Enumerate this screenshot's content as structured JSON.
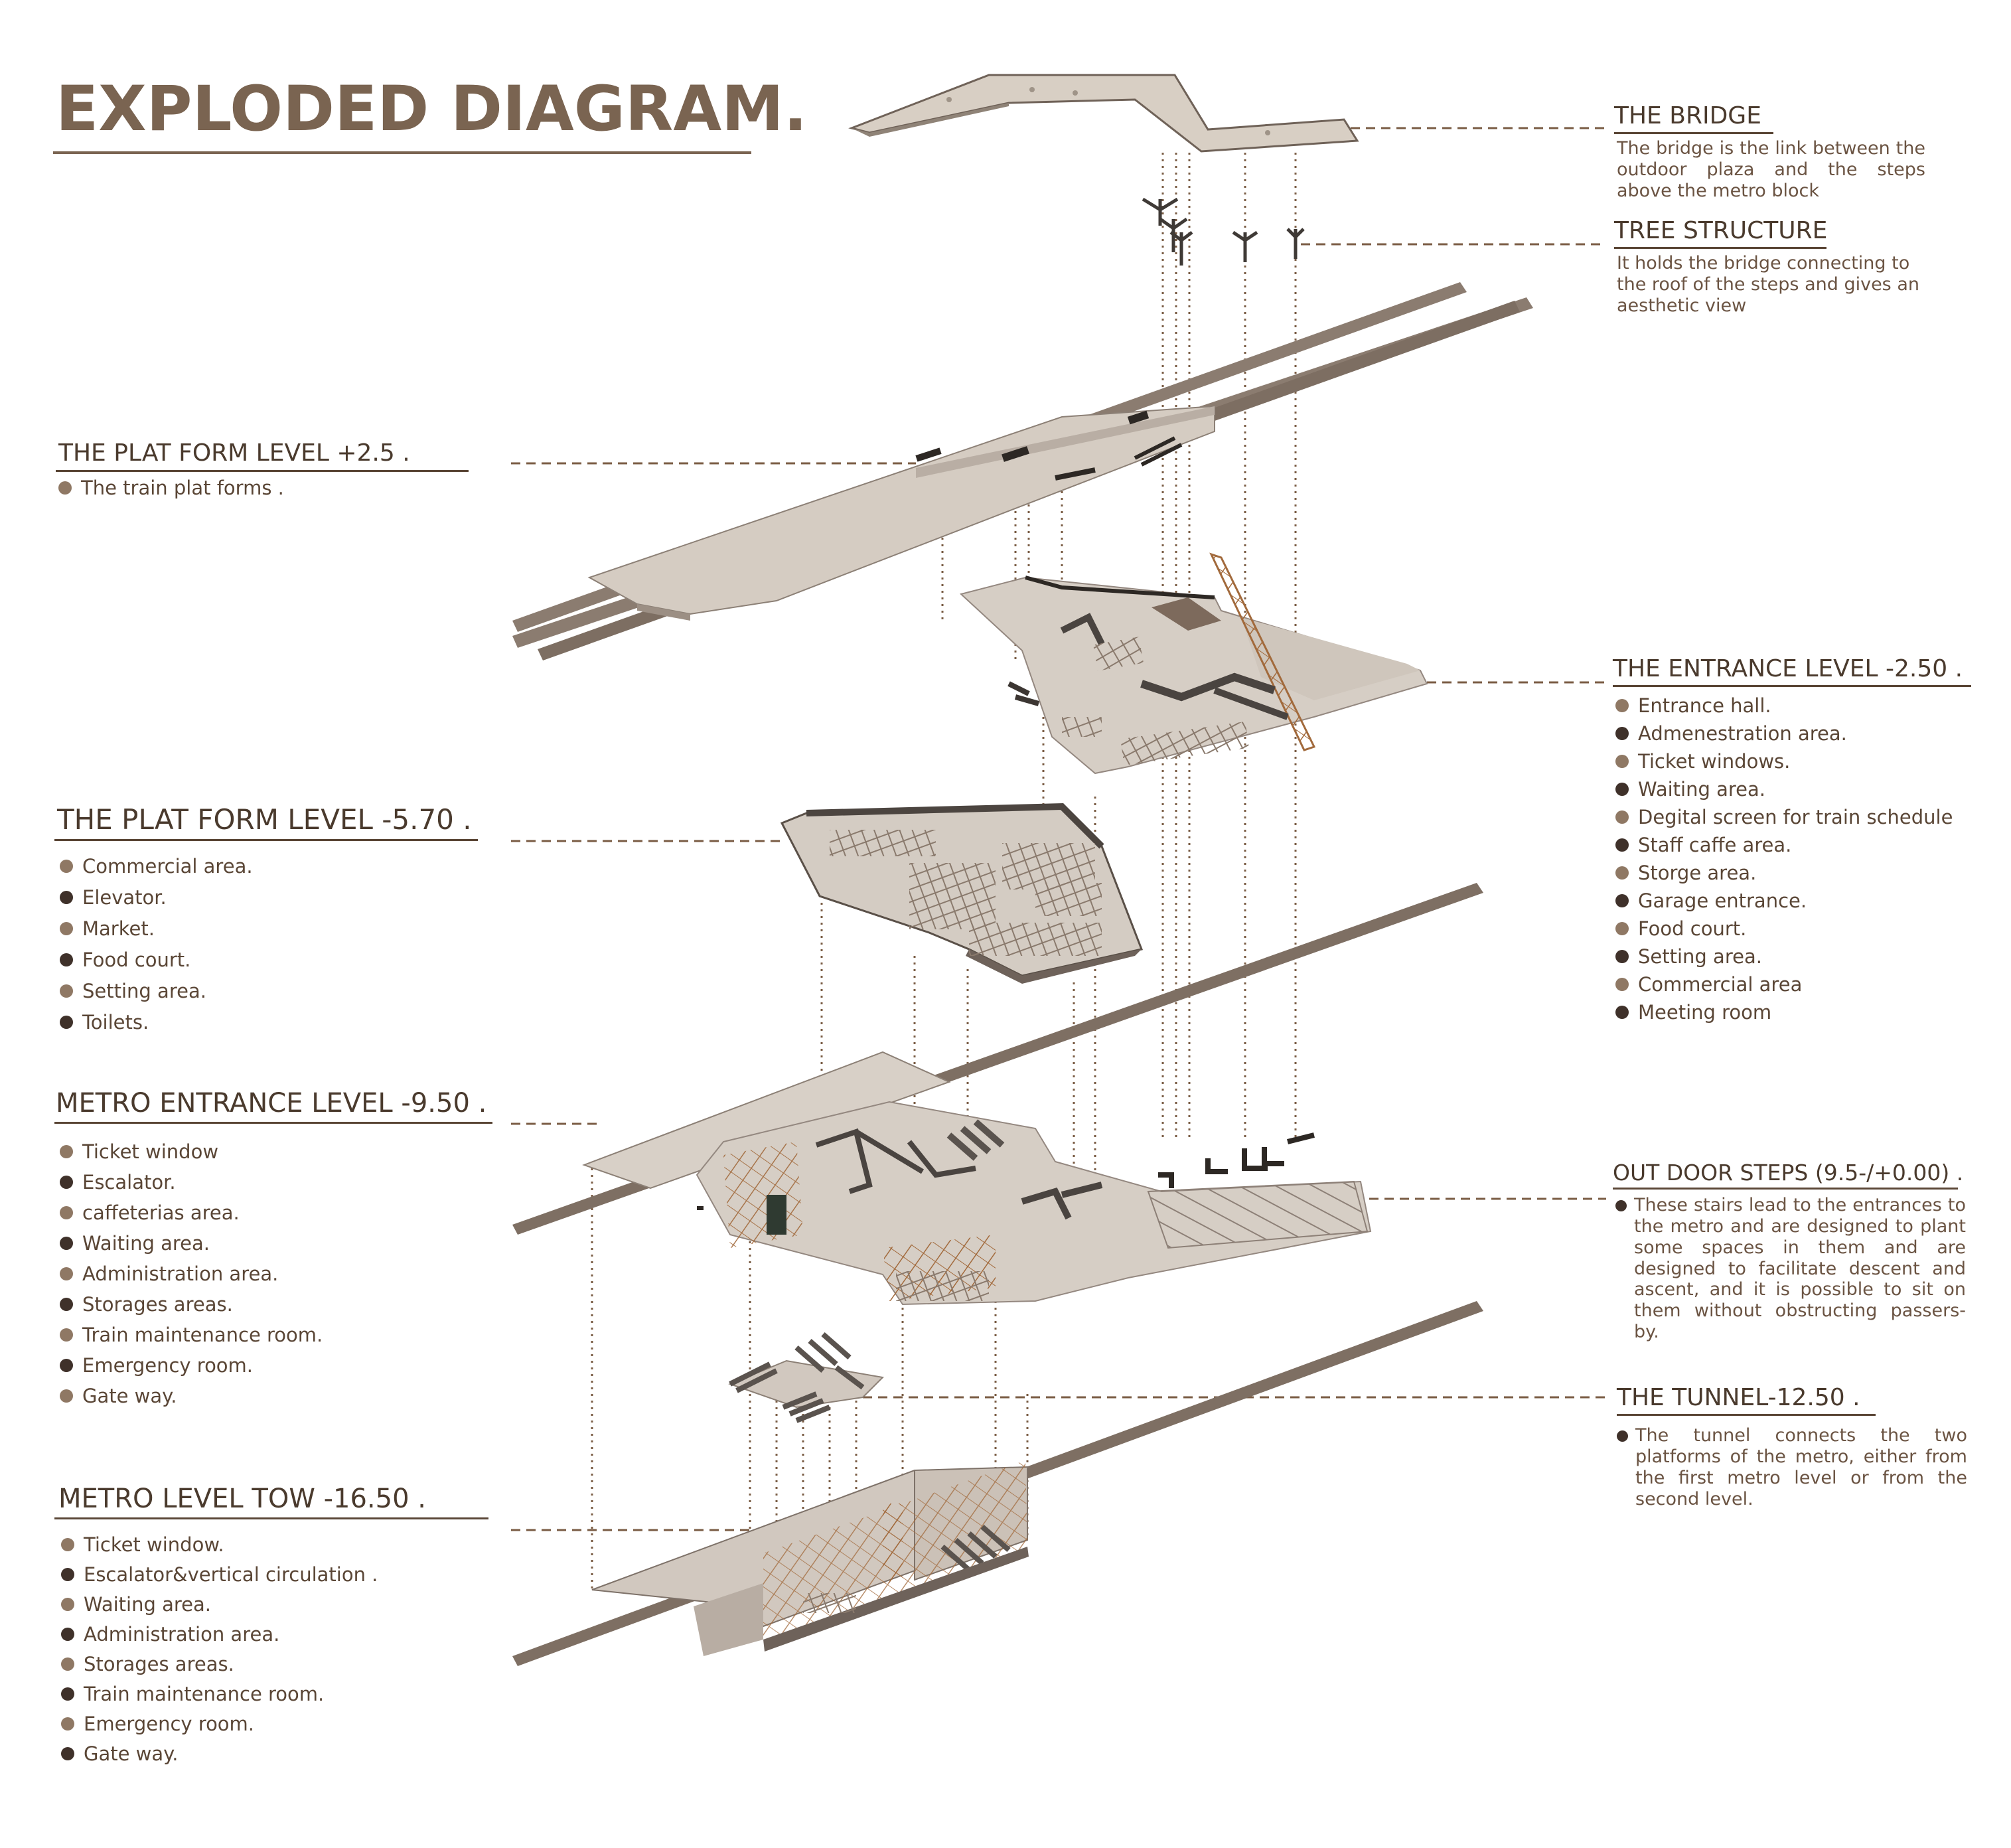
{
  "title": "EXPLODED DIAGRAM.",
  "colors": {
    "heading": "#4a3a2d",
    "text": "#6b5443",
    "accent": "#7a6451",
    "bullet_light": "#8f7864",
    "bullet_dark": "#3f312a",
    "leader": "#7a5c44",
    "slab": "#cfc8c0",
    "track": "#7d6e62",
    "timber": "#a26a3c"
  },
  "right": {
    "bridge": {
      "heading": "THE BRIDGE",
      "text": "The bridge is the link between the outdoor plaza and the steps above the metro block"
    },
    "tree": {
      "heading": "TREE STRUCTURE",
      "text": "It holds the bridge connecting to the roof of the steps and gives an aesthetic view"
    },
    "entrance": {
      "heading": "THE ENTRANCE LEVEL -2.50 .",
      "items": [
        "Entrance hall.",
        "Admenestration area.",
        "Ticket windows.",
        "Waiting area.",
        "Degital screen for train schedule",
        "Staff caffe area.",
        "Storge area.",
        "Garage entrance.",
        "Food court.",
        "Setting area.",
        "Commercial area",
        "Meeting room"
      ]
    },
    "steps": {
      "heading": "OUT DOOR STEPS (9.5-/+0.00) .",
      "text": "These stairs lead to the entrances to the metro and are designed to plant some spaces in them and are designed to facilitate descent and ascent, and it is possible to sit on them without obstructing passers-by."
    },
    "tunnel": {
      "heading": "THE TUNNEL-12.50 .",
      "text": "The tunnel connects the two platforms of the metro, either from the first metro level or from the second level."
    }
  },
  "left": {
    "platform_top": {
      "heading": "THE PLAT FORM LEVEL +2.5 .",
      "items": [
        "The train plat forms ."
      ]
    },
    "platform_low": {
      "heading": "THE PLAT FORM LEVEL -5.70 .",
      "items": [
        "Commercial area.",
        "Elevator.",
        "Market.",
        "Food court.",
        "Setting area.",
        "Toilets."
      ]
    },
    "metro_entrance": {
      "heading": "METRO ENTRANCE LEVEL -9.50 .",
      "items": [
        "Ticket window",
        "Escalator.",
        "caffeterias area.",
        "Waiting area.",
        "Administration area.",
        "Storages areas.",
        "Train maintenance room.",
        "Emergency room.",
        "Gate way."
      ]
    },
    "metro_two": {
      "heading": "METRO LEVEL TOW  -16.50 .",
      "items": [
        "Ticket window.",
        "Escalator&vertical circulation .",
        "Waiting area.",
        "Administration area.",
        "Storages areas.",
        "Train maintenance room.",
        "Emergency room.",
        "Gate way."
      ]
    }
  }
}
